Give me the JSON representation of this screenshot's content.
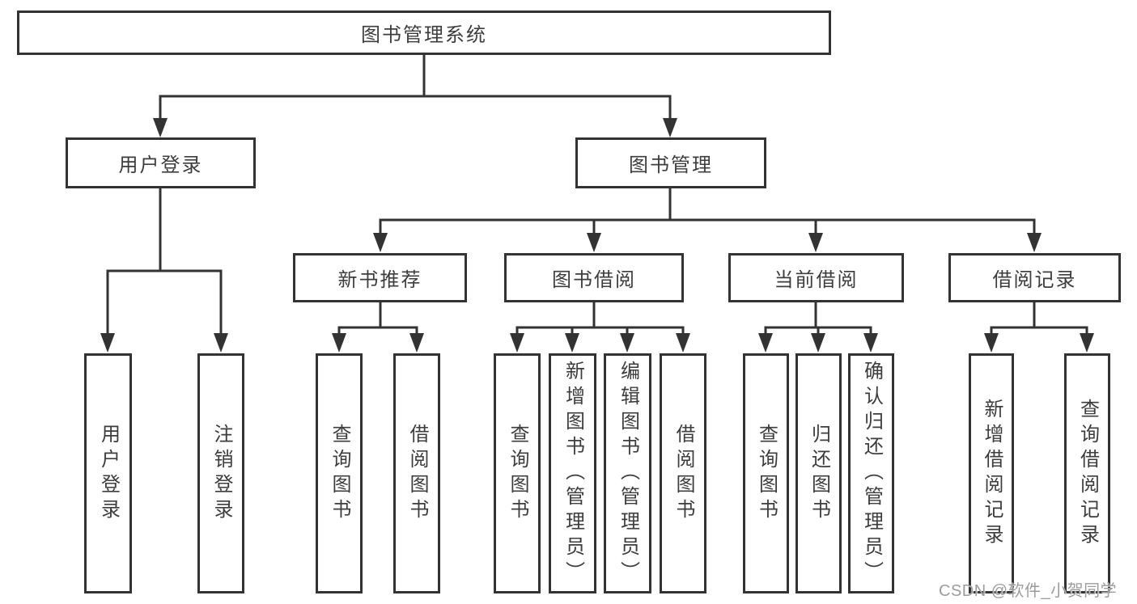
{
  "colors": {
    "line": "#333333",
    "text": "#3d3d3d",
    "watermark": "#9c9c9c"
  },
  "watermark": "CSDN @软件_小贺同学",
  "tree": {
    "label": "图书管理系统",
    "children": [
      {
        "label": "用户登录",
        "children": [
          {
            "label": "用户登录"
          },
          {
            "label": "注销登录"
          }
        ]
      },
      {
        "label": "图书管理",
        "children": [
          {
            "label": "新书推荐",
            "children": [
              {
                "label": "查询图书"
              },
              {
                "label": "借阅图书"
              }
            ]
          },
          {
            "label": "图书借阅",
            "children": [
              {
                "label": "查询图书"
              },
              {
                "label": "新增图书（管理员）"
              },
              {
                "label": "编辑图书（管理员）"
              },
              {
                "label": "借阅图书"
              }
            ]
          },
          {
            "label": "当前借阅",
            "children": [
              {
                "label": "查询图书"
              },
              {
                "label": "归还图书"
              },
              {
                "label": "确认归还（管理员）"
              }
            ]
          },
          {
            "label": "借阅记录",
            "children": [
              {
                "label": "新增借阅记录"
              },
              {
                "label": "查询借阅记录"
              }
            ]
          }
        ]
      }
    ]
  }
}
